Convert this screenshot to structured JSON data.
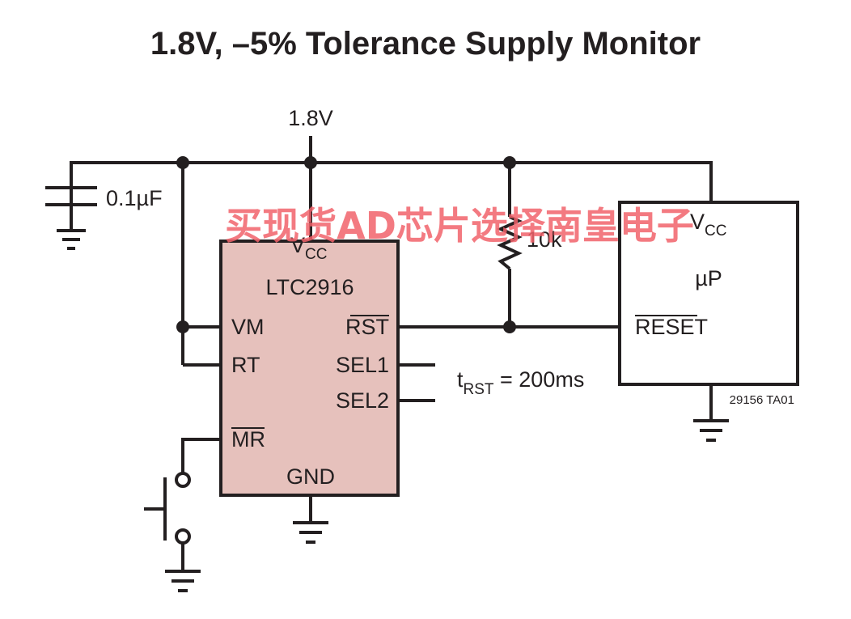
{
  "title": "1.8V, –5% Tolerance Supply Monitor",
  "supply_label": "1.8V",
  "capacitor_label": "0.1µF",
  "resistor_label": "10k",
  "ic": {
    "vcc_main": "V",
    "vcc_sub": "CC",
    "name": "LTC2916",
    "pin_vm": "VM",
    "pin_rt": "RT",
    "pin_mr": "MR",
    "pin_rst": "RST",
    "pin_sel1": "SEL1",
    "pin_sel2": "SEL2",
    "pin_gnd": "GND",
    "fill_color": "#e6c1bc"
  },
  "mcu": {
    "vcc_main": "V",
    "vcc_sub": "CC",
    "name": "µP",
    "pin_reset": "RESET"
  },
  "timing": {
    "t_main": "t",
    "t_sub": "RST",
    "t_value": " = 200ms"
  },
  "figure_code": "29156 TA01",
  "watermark": "买现货AD芯片选择南皇电子"
}
